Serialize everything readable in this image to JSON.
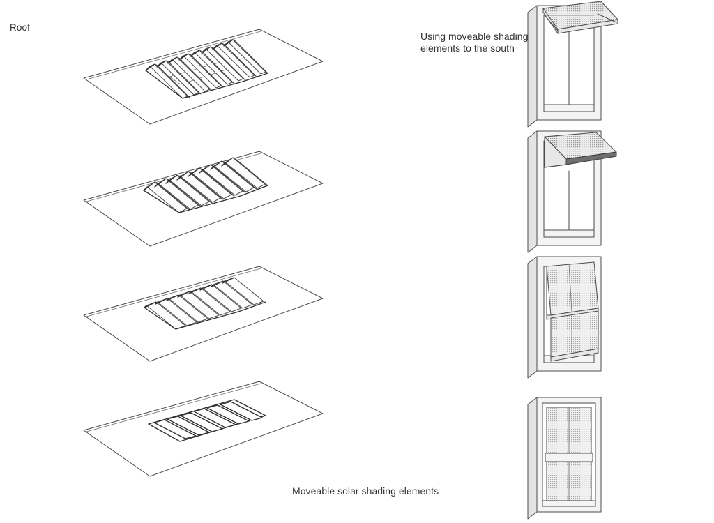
{
  "figure": {
    "caption": "Moveable solar shading elements",
    "roof_label": "Roof",
    "window_label": "Using moveable shading\nelements to the south",
    "background_color": "#ffffff",
    "line_color": "#4a4a4a",
    "mesh_color": "#d8d8d8"
  },
  "roof_sequence": {
    "title": "Roof",
    "panel_count": 4,
    "louvers_per_panel": 8,
    "panels": [
      {
        "index": 1,
        "state": "fully open",
        "louver_angle_deg": 85,
        "description": "Louver blades raised to near vertical, fully open roof vents"
      },
      {
        "index": 2,
        "state": "mostly open",
        "louver_angle_deg": 60,
        "description": "Louver blades tilted at a medium angle"
      },
      {
        "index": 3,
        "state": "partly open",
        "louver_angle_deg": 25,
        "description": "Louver blades low, slightly raised slats"
      },
      {
        "index": 4,
        "state": "closed",
        "louver_angle_deg": 0,
        "description": "Louver blades flat and flush with the roof plane"
      }
    ]
  },
  "window_sequence": {
    "title": "Using moveable shading\nelements to the south",
    "panel_count": 4,
    "panels": [
      {
        "index": 1,
        "state": "fully open",
        "description": "Upper shading screen swung out as a horizontal awning canopy"
      },
      {
        "index": 2,
        "state": "mostly open",
        "description": "Shading screen projected outward at a shallower awning angle"
      },
      {
        "index": 3,
        "state": "partly open",
        "description": "Two stacked shading screens tilted slightly outward"
      },
      {
        "index": 4,
        "state": "closed",
        "description": "Both shading screens flat and closed within the window frame"
      }
    ]
  }
}
